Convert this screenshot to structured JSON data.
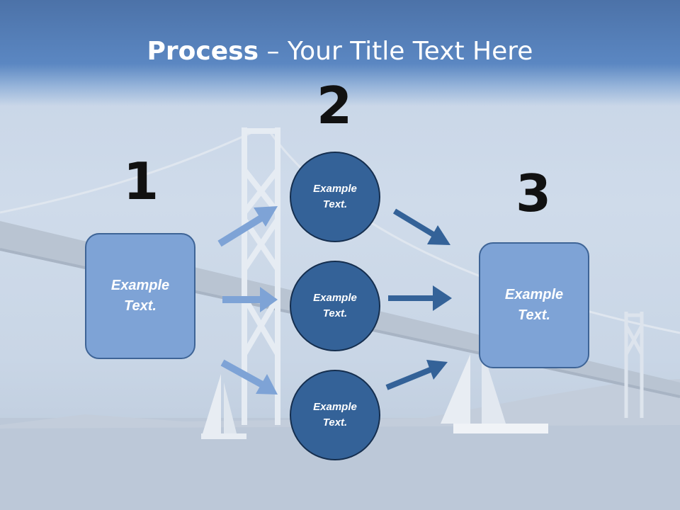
{
  "slide": {
    "title_bold": "Process",
    "title_rest": " – Your Title Text Here"
  },
  "steps": {
    "step1": {
      "number": "1",
      "text": "Example\nText."
    },
    "step2": {
      "number": "2",
      "items": [
        "Example\nText.",
        "Example\nText.",
        "Example\nText."
      ]
    },
    "step3": {
      "number": "3",
      "text": "Example\nText."
    }
  },
  "colors": {
    "title_band": "#4c72a8",
    "box_fill": "#7ea3d6",
    "circle_fill": "#346298",
    "arrow_light": "#7ea3d6",
    "arrow_dark": "#346298"
  }
}
